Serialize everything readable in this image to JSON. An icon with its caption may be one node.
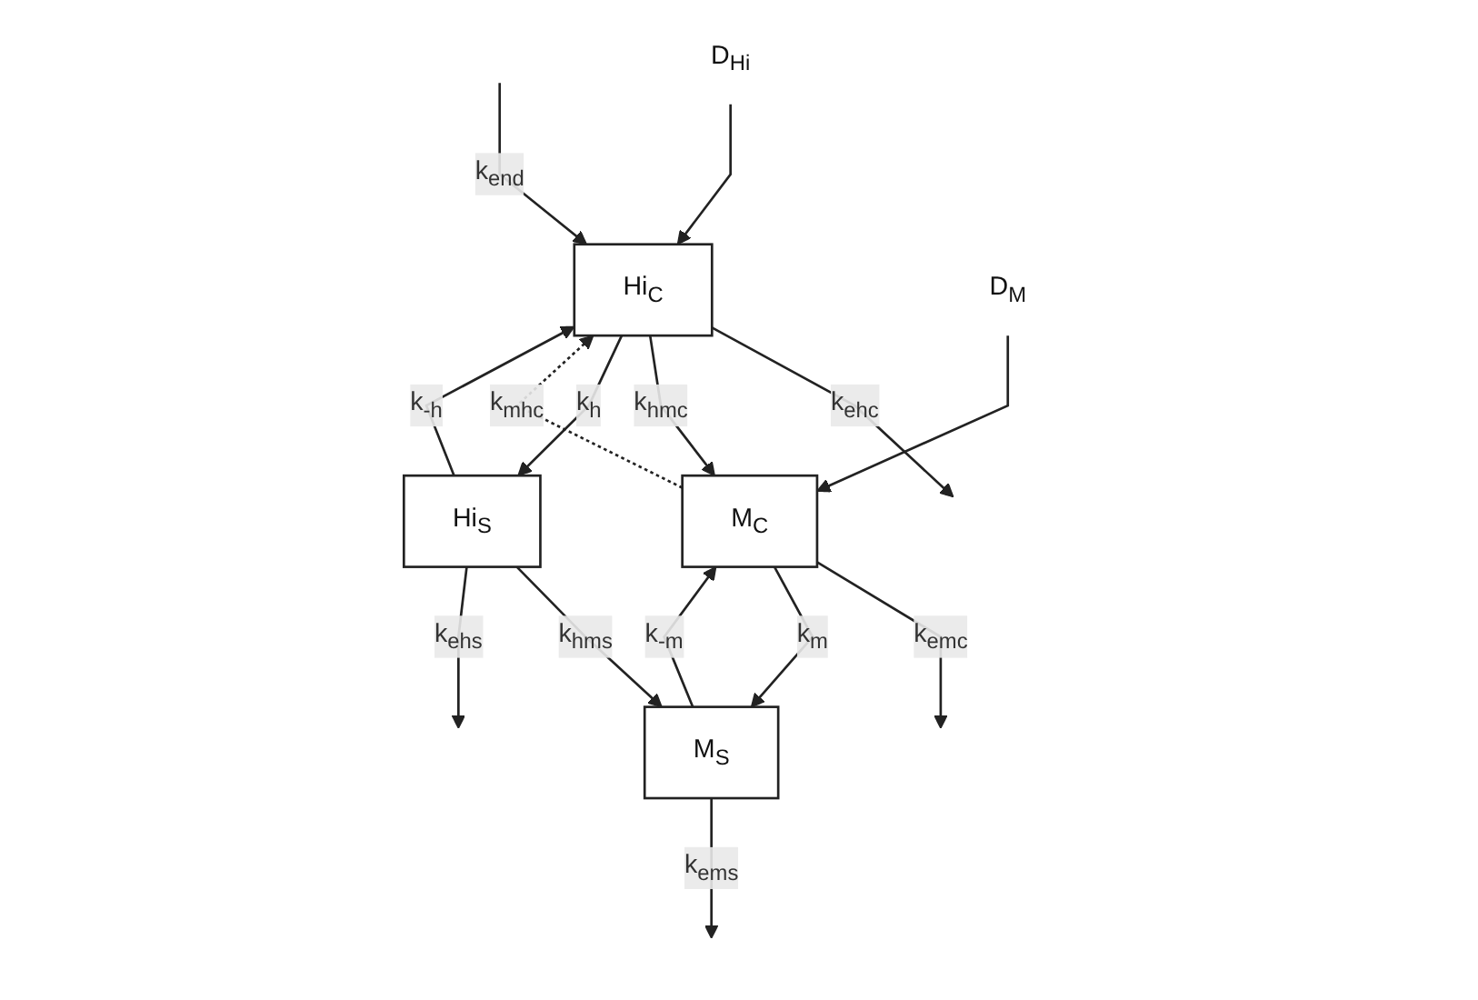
{
  "diagram": {
    "nodes": [
      {
        "text": [
          "D$_{Hi}$"
        ]
      },
      {
        "text": [
          "Hi$_{C}$"
        ]
      },
      {
        "text": [
          "D$_{M}$"
        ]
      },
      {
        "text": [
          "M$_{C}$"
        ]
      },
      {
        "text": [
          "Hi$_{S}$"
        ]
      },
      {
        "text": [
          "M$_{S}$"
        ]
      }
    ],
    "edges": [
      {
        "from": 0,
        "to": 1,
        "arrow": "to"
      },
      {
        "from": null,
        "to": 1,
        "arrow": "to",
        "label": "k$_{end}$"
      },
      {
        "from": 1,
        "to": null,
        "arrow": "to",
        "label": "k$_{ehc}$"
      },
      {
        "from": 1,
        "to": 3,
        "arrow": "to",
        "label": "k$_{hmc}$"
      },
      {
        "from": 3,
        "to": 1,
        "arrow": "to",
        "label": "k$_{mhc}$",
        "style": "dashed"
      },
      {
        "from": 2,
        "to": 3,
        "arrow": "to"
      },
      {
        "from": 3,
        "to": null,
        "arrow": "to",
        "label": "k$_{emc}$"
      },
      {
        "from": 1,
        "to": 4,
        "arrow": "to",
        "label": "k$_{h}$"
      },
      {
        "from": 4,
        "to": 1,
        "arrow": "to",
        "label": "k$_{-h}$"
      },
      {
        "from": 3,
        "to": 5,
        "arrow": "to",
        "label": "k$_{m}$"
      },
      {
        "from": 5,
        "to": 3,
        "arrow": "to",
        "label": "k$_{-m}$"
      },
      {
        "from": 4,
        "to": 5,
        "arrow": "to",
        "label": "k$_{hms}$"
      },
      {
        "from": 5,
        "to": null,
        "arrow": "to",
        "label": "k$_{ems}$"
      },
      {
        "from": 4,
        "to": null,
        "arrow": "to",
        "label": "k$_{ehs}$"
      }
    ]
  }
}
